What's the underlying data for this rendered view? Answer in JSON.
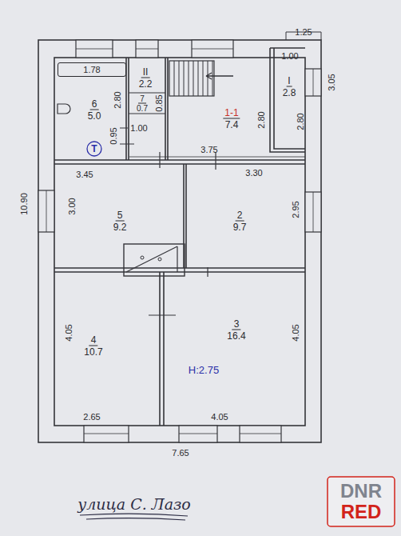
{
  "diagram": {
    "nodes": [
      {
        "text": [
          "6",
          "5.0"
        ]
      },
      {
        "text": [
          "1.78"
        ],
        "in": 0
      },
      {
        "text": [
          "II",
          "2.2"
        ]
      },
      {
        "text": [
          "7",
          "0.7"
        ]
      },
      {
        "text": [
          "1-1",
          "7.4"
        ]
      },
      {
        "text": [
          "I",
          "2.8"
        ]
      },
      {
        "text": [
          "5",
          "9.2"
        ]
      },
      {
        "text": [
          "2",
          "9.7"
        ]
      },
      {
        "text": [
          "4",
          "10.7"
        ]
      },
      {
        "text": [
          "3",
          "16.4"
        ]
      }
    ],
    "labels": [
      "1.25",
      "1.00",
      "3.05",
      "2.80",
      "0.85",
      "2.80",
      "2.80",
      "0.95",
      "1.00",
      "3.75",
      "T",
      "3.45",
      "3.30",
      "10.90",
      "3.00",
      "2.95",
      "4.05",
      "4.05",
      "H:2.75",
      "2.65",
      "4.05",
      "7.65",
      "улица С. Лазо",
      "DNR",
      "RED"
    ]
  }
}
